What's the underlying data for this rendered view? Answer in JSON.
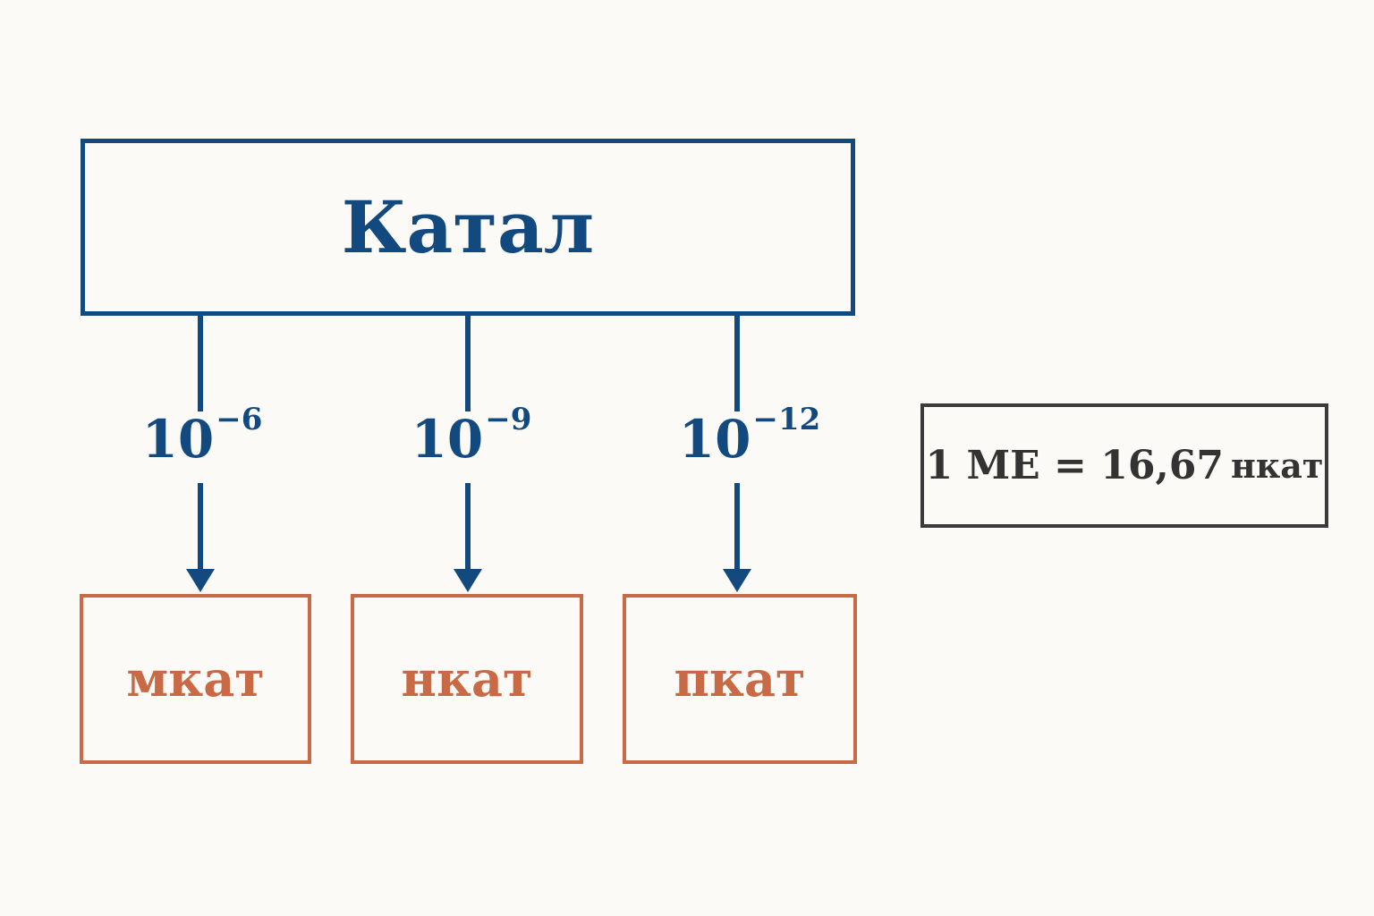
{
  "main_node": {
    "label": "Катал"
  },
  "branches": [
    {
      "base": "10",
      "exponent": "−6",
      "unit": "мкат"
    },
    {
      "base": "10",
      "exponent": "−9",
      "unit": "нкат"
    },
    {
      "base": "10",
      "exponent": "−12",
      "unit": "пкат"
    }
  ],
  "note": {
    "lhs": "1 МЕ = 16,67",
    "unit": "нкат"
  },
  "colors": {
    "main": "#124a80",
    "units": "#c86a45",
    "note": "#333333",
    "background": "#fcfaf6"
  }
}
